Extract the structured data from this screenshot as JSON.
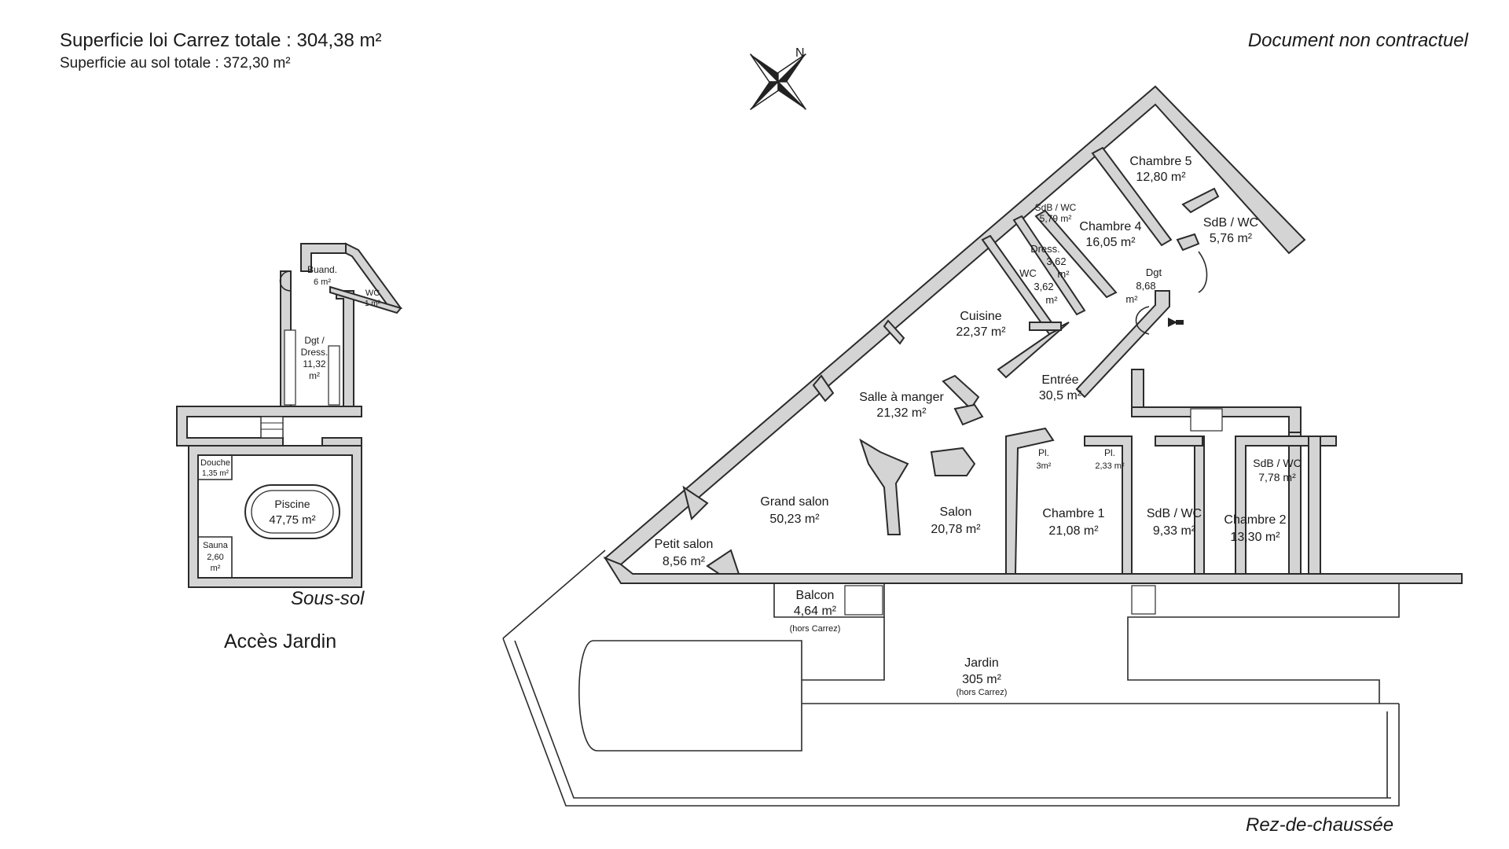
{
  "header": {
    "carrez_line": "Superficie loi Carrez totale :  304,38 m²",
    "ground_line": "Superficie au sol totale : 372,30 m²",
    "disclaimer": "Document non contractuel"
  },
  "compass": {
    "north_letter": "N",
    "icon": "compass-rose-icon"
  },
  "levels": {
    "basement": "Sous-sol",
    "ground": "Rez-de-chaussée",
    "garden_access": "Accès Jardin"
  },
  "rooms": {
    "buanderie": {
      "name": "Buand.",
      "area": "6 m²"
    },
    "wc_basement": {
      "name": "WC",
      "area": "1 m²"
    },
    "dgt_dress": {
      "name1": "Dgt /",
      "name2": "Dress.",
      "area1": "11,32",
      "area2": "m²"
    },
    "douche": {
      "name": "Douche",
      "area": "1,35 m²"
    },
    "piscine": {
      "name": "Piscine",
      "area": "47,75 m²"
    },
    "sauna": {
      "name": "Sauna",
      "area1": "2,60",
      "area2": "m²"
    },
    "chambre5": {
      "name": "Chambre 5",
      "area": "12,80 m²"
    },
    "sdb_wc_579": {
      "name": "SdB / WC",
      "area": "5,79 m²"
    },
    "chambre4": {
      "name": "Chambre 4",
      "area": "16,05 m²"
    },
    "sdb_wc_576": {
      "name": "SdB / WC",
      "area": "5,76 m²"
    },
    "dress": {
      "name": "Dress.",
      "area1": "3,62",
      "area2": "m²"
    },
    "wc": {
      "name": "WC",
      "area1": "3,62",
      "area2": "m²"
    },
    "dgt": {
      "name": "Dgt",
      "area1": "8,68",
      "area2": "m²"
    },
    "cuisine": {
      "name": "Cuisine",
      "area": "22,37 m²"
    },
    "entree": {
      "name": "Entrée",
      "area": "30,5 m²"
    },
    "salle_manger": {
      "name": "Salle à manger",
      "area": "21,32 m²"
    },
    "placard1": {
      "name": "Pl.",
      "area": "3m²"
    },
    "placard2": {
      "name": "Pl.",
      "area": "2,33 m²"
    },
    "sdb_wc_778": {
      "name": "SdB / WC",
      "area": "7,78 m²"
    },
    "grand_salon": {
      "name": "Grand salon",
      "area": "50,23 m²"
    },
    "salon": {
      "name": "Salon",
      "area": "20,78 m²"
    },
    "chambre1": {
      "name": "Chambre 1",
      "area": "21,08 m²"
    },
    "sdb_wc_933": {
      "name": "SdB / WC",
      "area": "9,33 m²"
    },
    "chambre2": {
      "name": "Chambre 2",
      "area": "13,30 m²"
    },
    "petit_salon": {
      "name": "Petit salon",
      "area": "8,56 m²"
    },
    "balcon": {
      "name": "Balcon",
      "area": "4,64 m²",
      "note": "(hors Carrez)"
    },
    "jardin": {
      "name": "Jardin",
      "area": "305 m²",
      "note": "(hors Carrez)"
    }
  }
}
